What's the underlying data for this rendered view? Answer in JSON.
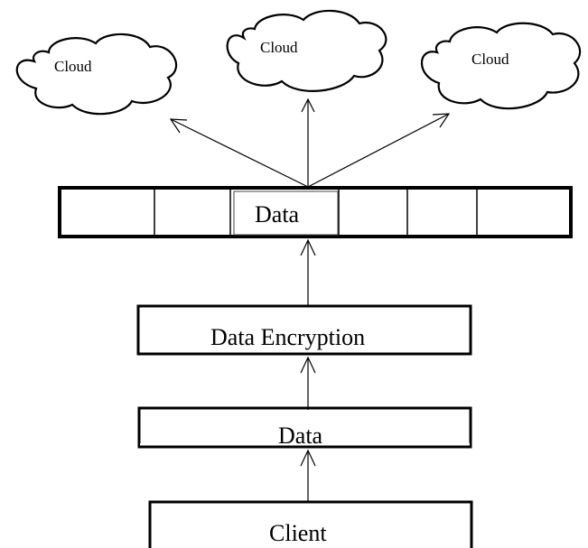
{
  "diagram": {
    "clouds": [
      {
        "label": "Cloud"
      },
      {
        "label": "Cloud"
      },
      {
        "label": "Cloud"
      }
    ],
    "data_array": {
      "label": "Data"
    },
    "encryption_box": {
      "label": "Data Encryption"
    },
    "data_box": {
      "label": "Data"
    },
    "client_box": {
      "label": "Client"
    }
  }
}
